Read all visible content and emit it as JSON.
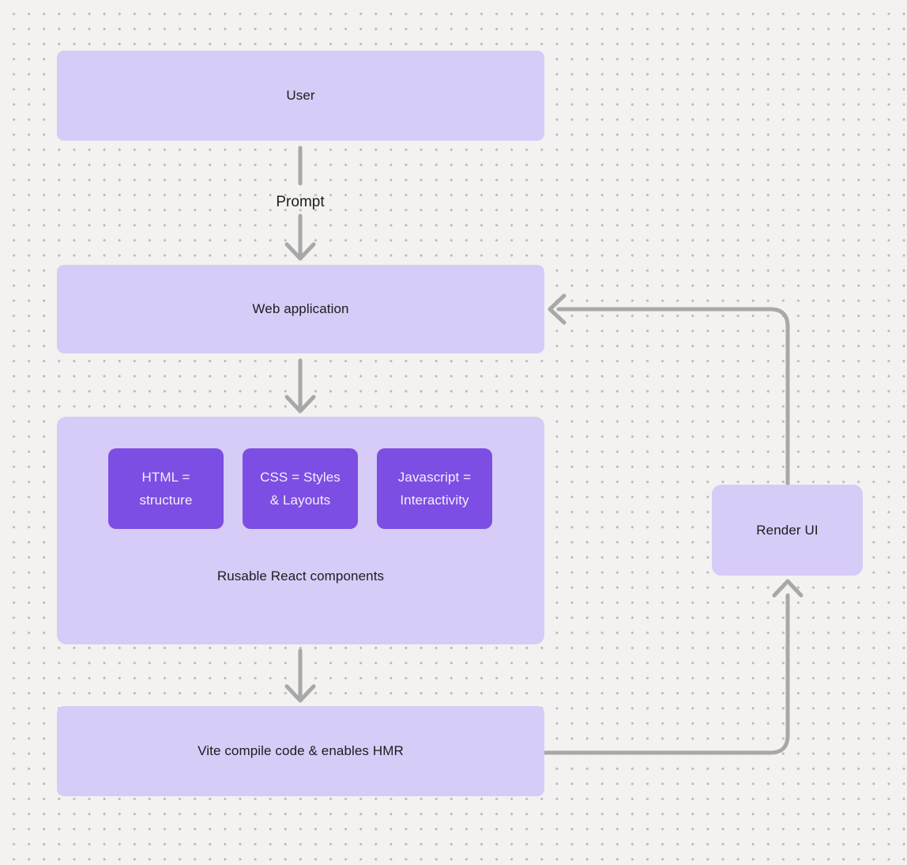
{
  "colors": {
    "background": "#f3f2f0",
    "dot_grid": "#bdbbb9",
    "node_light_purple": "#d7cbf7",
    "node_dark_purple": "#7d4ee3",
    "text_dark": "#1d1d1f",
    "text_light": "#f3eefe",
    "arrow_gray": "#a8a8a8"
  },
  "nodes": {
    "user": {
      "label": "User"
    },
    "web_application": {
      "label": "Web application"
    },
    "components_container": {
      "caption": "Rusable React components",
      "children": [
        {
          "label": "HTML = structure"
        },
        {
          "label": "CSS = Styles & Layouts"
        },
        {
          "label": "Javascript = Interactivity"
        }
      ]
    },
    "vite": {
      "label": "Vite compile code & enables HMR"
    },
    "render_ui": {
      "label": "Render UI"
    }
  },
  "edges": {
    "user_to_web_label": "Prompt"
  }
}
